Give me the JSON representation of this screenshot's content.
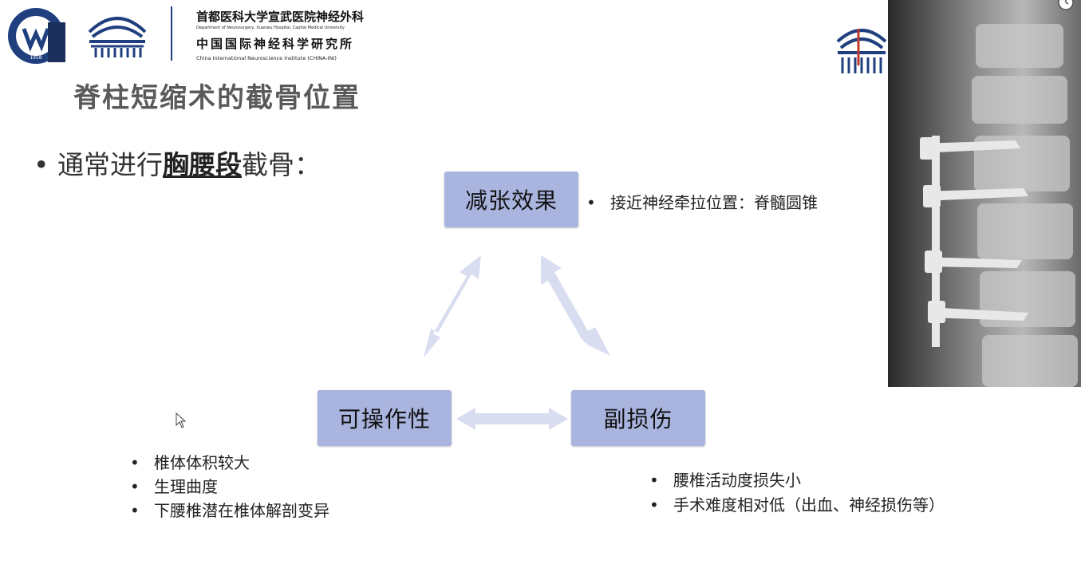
{
  "header": {
    "hospital_name": "首都医科大学宣武医院神经外科",
    "dept_en": "Department of Neurosurgery, Xuanwu Hospital, Capital Medical University",
    "institute_cn": "中国国际神经科学研究所",
    "institute_en": "China International Neuroscience Institute (CHINA-INI)",
    "seal_year": "1958"
  },
  "slide": {
    "title": "脊柱短缩术的截骨位置",
    "bullet_prefix": "• 通常进行",
    "bullet_emphasis": "胸腰段",
    "bullet_suffix": "截骨："
  },
  "diagram": {
    "top_box": "减张效果",
    "left_box": "可操作性",
    "right_box": "副损伤",
    "top_note": "接近神经牵拉位置：脊髓圆锥",
    "left_notes": [
      "椎体体积较大",
      "生理曲度",
      "下腰椎潜在椎体解剖变异"
    ],
    "right_notes": [
      "腰椎活动度损失小",
      "手术难度相对低（出血、神经损伤等）"
    ],
    "bullet_glyph": "•"
  },
  "colors": {
    "box_fill": "#a9b4df",
    "arrow_fill": "#d9ddf0",
    "logo_blue": "#1f3f7f",
    "title_gray": "#5a5a5a"
  },
  "icons": {
    "seal": "university-seal-icon",
    "globe": "globe-logo-icon",
    "cursor": "mouse-cursor-icon",
    "corner": "clock-icon"
  }
}
